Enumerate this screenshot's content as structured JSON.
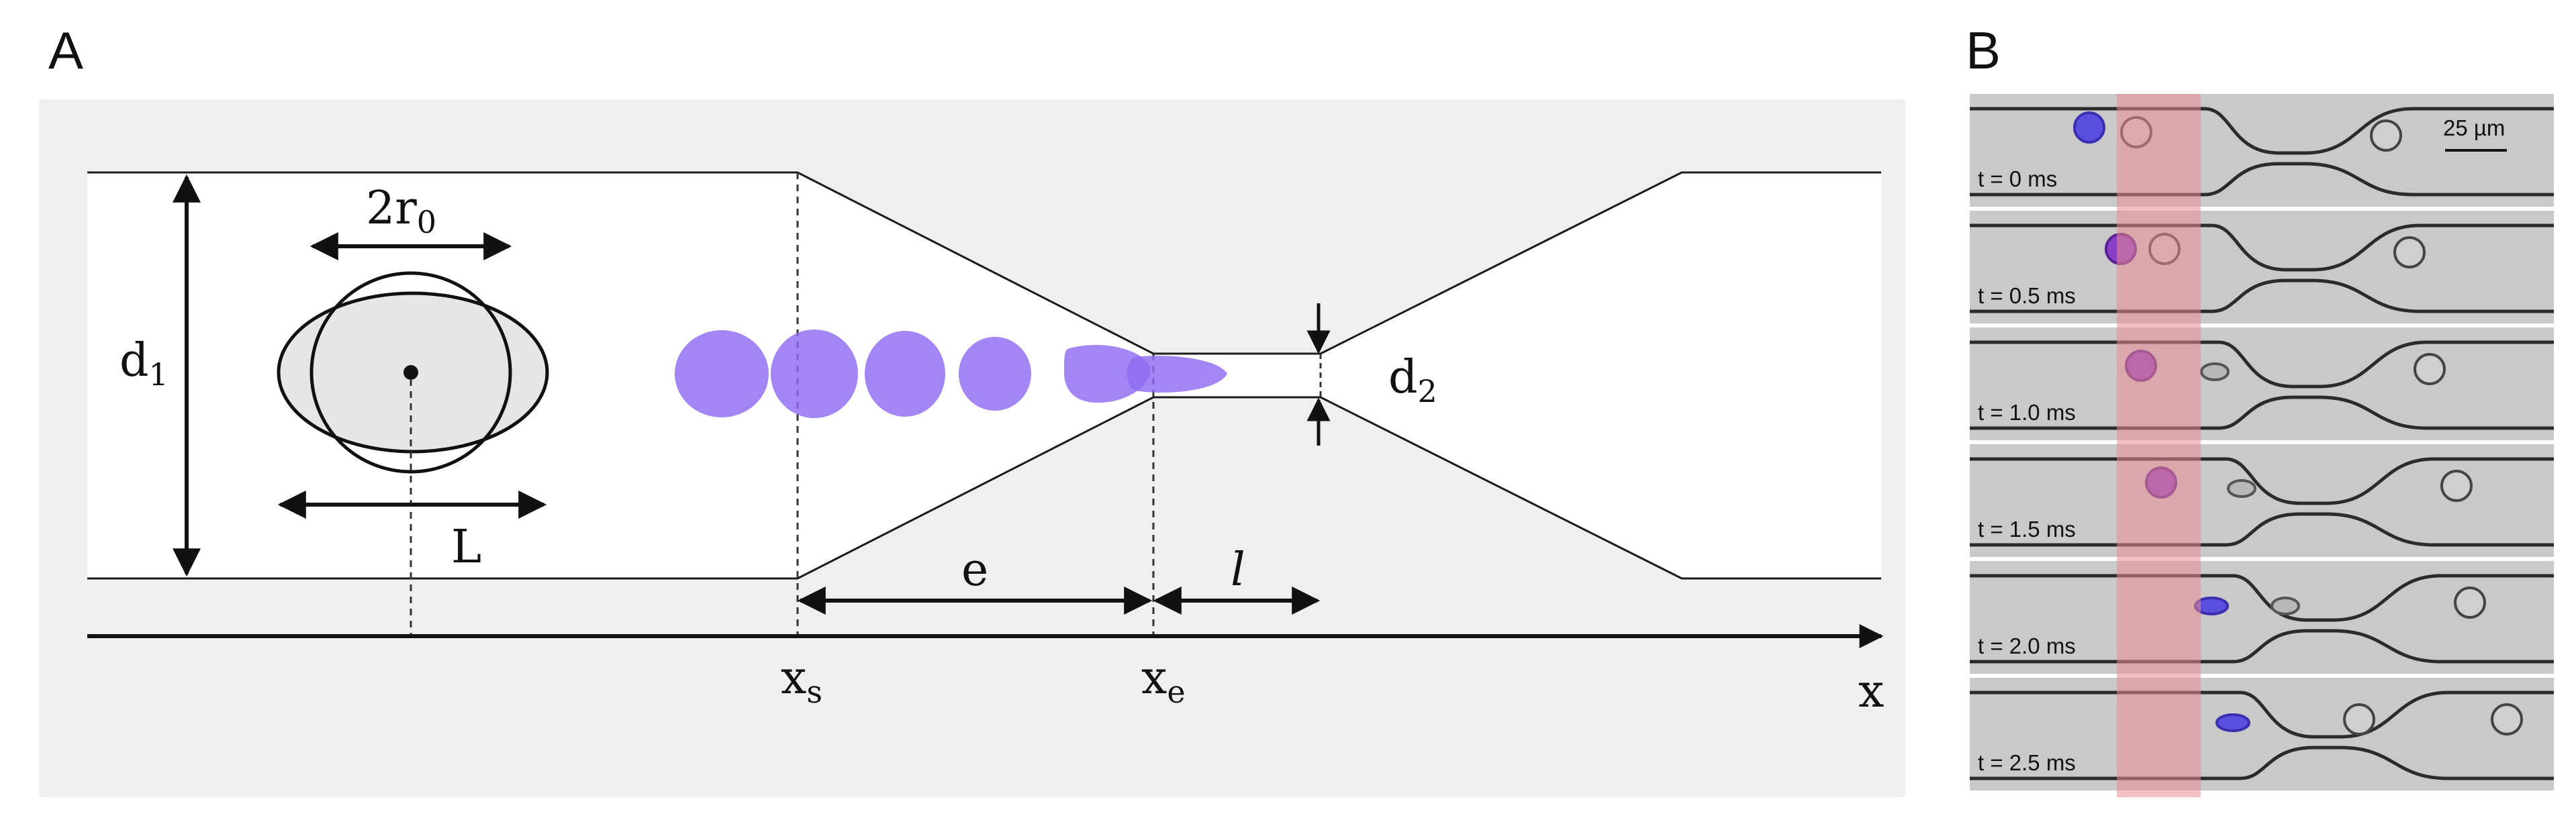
{
  "panel_a": {
    "letter": "A",
    "labels": {
      "d1": "d",
      "d1_sub": "1",
      "two_r0": "2r",
      "two_r0_sub": "0",
      "L": "L",
      "xs": "x",
      "xs_sub": "s",
      "xe": "x",
      "xe_sub": "e",
      "e": "e",
      "l": "l",
      "d2": "d",
      "d2_sub": "2",
      "x_axis": "x"
    },
    "colors": {
      "background": "#efefef",
      "droplet": "#8f6bf2",
      "lines": "#1a1a1a"
    }
  },
  "panel_b": {
    "letter": "B",
    "scale_bar": "25 µm",
    "frames": [
      {
        "time": "t = 0 ms"
      },
      {
        "time": "t = 0.5 ms"
      },
      {
        "time": "t = 1.0 ms"
      },
      {
        "time": "t = 1.5 ms"
      },
      {
        "time": "t = 2.0 ms"
      },
      {
        "time": "t = 2.5 ms"
      }
    ],
    "colors": {
      "highlight_band": "#e88a92",
      "cell_blue": "#5b4fe0",
      "cell_purple": "#8a3fc8",
      "cell_red": "#b06a6a"
    }
  }
}
